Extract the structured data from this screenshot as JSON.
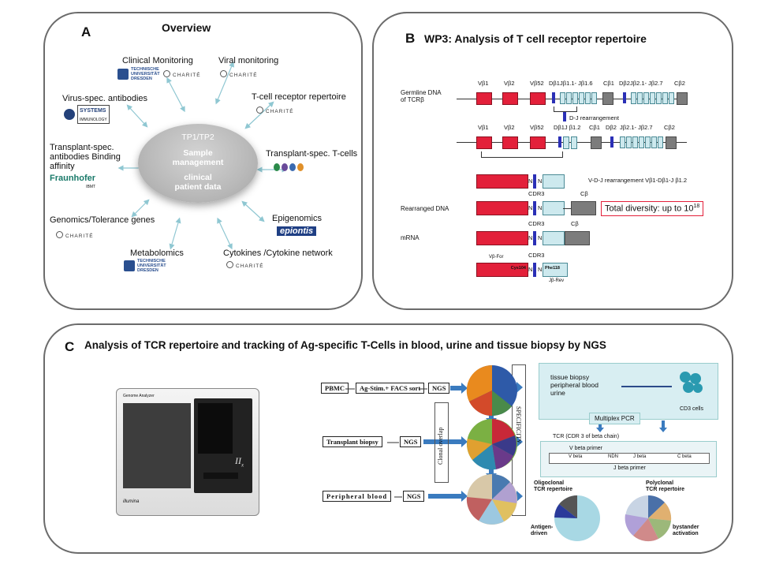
{
  "panel_a": {
    "letter": "A",
    "title": "Overview",
    "hub": {
      "l1": "TP1/TP2",
      "l2": "Sample",
      "l3": "management",
      "l4": "clinical",
      "l5": "patient data"
    },
    "nodes": {
      "clinical": "Clinical Monitoring",
      "viral": "Viral monitoring",
      "virus_ab": "Virus-spec. antibodies",
      "tcr": "T-cell receptor repertoire",
      "tx_ab": "Transplant-spec. antibodies Binding affinity",
      "tx_tcells": "Transplant-spec. T-cells",
      "genomics": "Genomics/Tolerance genes",
      "epigenomics": "Epigenomics",
      "metabolomics": "Metabolomics",
      "cytokines": "Cytokines /Cytokine network"
    },
    "logos": {
      "charite": "CHARITÉ",
      "tud_1": "TECHNISCHE",
      "tud_2": "UNIVERSITÄT",
      "tud_3": "DRESDEN",
      "systems_1": "SYSTEMS",
      "systems_2": "IMMUNOLOGY",
      "fraunhofer": "Fraunhofer",
      "fraunhofer_sub": "IBMT",
      "epiontis": "epiontis"
    }
  },
  "panel_b": {
    "letter": "B",
    "title": "WP3: Analysis of T cell receptor repertoire",
    "germline_l1": "Germline DNA",
    "germline_l2": "of TCRβ",
    "row1": {
      "vb1": "Vβ1",
      "vb2": "Vβ2",
      "vb52": "Vβ52",
      "db1": "Dβ1",
      "jb1": "Jβ1.1- Jβ1.6",
      "cb1": "Cβ1",
      "db2": "Dβ2",
      "jb2": "Jβ2.1- Jβ2.7",
      "cb2": "Cβ2"
    },
    "dj": "D-J rearrangement",
    "row2": {
      "vb1": "Vβ1",
      "vb2": "Vβ2",
      "vb52": "Vβ52",
      "dbj": "Dβ1J β1.2",
      "cb1": "Cβ1",
      "db2": "Dβ2",
      "jb2": "Jβ2.1- Jβ2.7",
      "cb2": "Cβ2"
    },
    "vdj": "V-D-J rearrangement Vβ1-Dβ1-J β1.2",
    "rearranged": "Rearranged DNA",
    "mrna": "mRNA",
    "cdr3": "CDR3",
    "cb": "Cβ",
    "n": "N",
    "diversity_text": "Total diversity: up to 10",
    "diversity_exp": "18",
    "vb_for": "Vβ-For",
    "cys": "Cys104",
    "phe": "Phe118",
    "jb_rev": "Jβ-Rev"
  },
  "panel_c": {
    "letter": "C",
    "title": "Analysis of TCR repertoire and tracking of Ag-specific T-Cells in blood, urine and tissue biopsy by NGS",
    "machine": {
      "brand": "Genome Analyzer",
      "model": "II",
      "model_sub": "x",
      "maker": "illumina"
    },
    "flow": {
      "pbmc": "PBMC",
      "agstim": "Ag-Stim.+ FACS sort",
      "ngs": "NGS",
      "biopsy": "Transplant biopsy",
      "pb": "Peripheral blood"
    },
    "clonal": "Clonal overlap",
    "specificity": "SPECIFICITY",
    "sample_l1": "tissue biopsy",
    "sample_l2": "peripheral blood",
    "sample_l3": "urine",
    "cd3": "CD3 cells",
    "multiplex": "Multiplex PCR",
    "tcr_label": "TCR (CDR 3 of beta chain)",
    "vprimer": "V beta primer",
    "jprimer": "J beta primer",
    "segs": {
      "v": "V beta",
      "ndn": "NDN",
      "j": "J beta",
      "c": "C beta"
    },
    "oligo_l1": "Oligoclonal",
    "oligo_l2": "TCR repertoire",
    "poly_l1": "Polyclonal",
    "poly_l2": "TCR repertoire",
    "antigen_l1": "Antigen-",
    "antigen_l2": "driven",
    "bystander_l1": "bystander",
    "bystander_l2": "activation"
  },
  "colors": {
    "border": "#6b6b6b",
    "red": "#e3203a",
    "blue": "#2b30b6",
    "cyan": "#cde9ee",
    "arrow": "#8fc7d2",
    "highlight_box": "#d8eef2"
  }
}
